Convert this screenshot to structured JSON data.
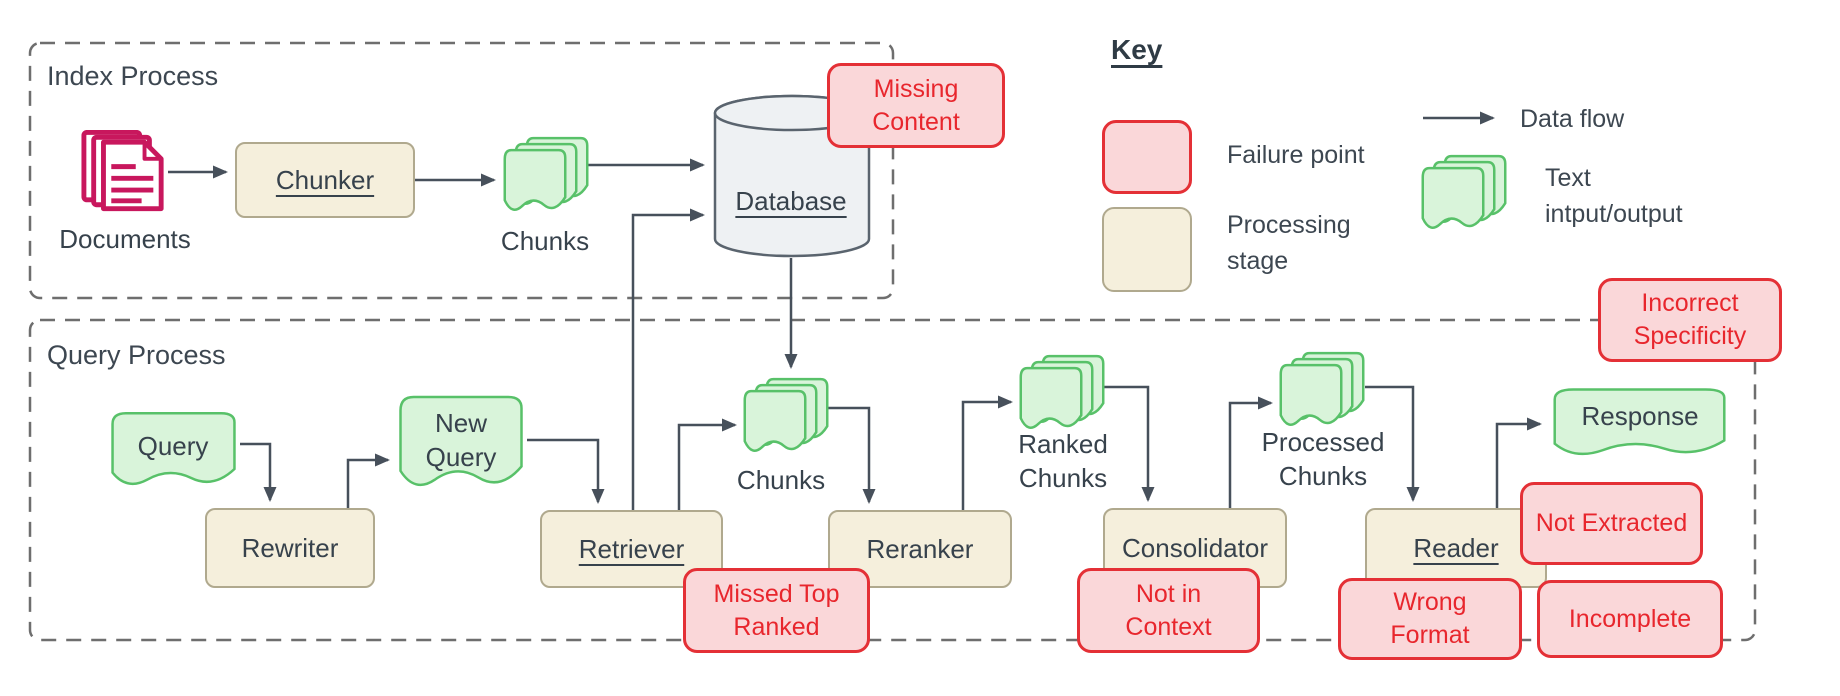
{
  "processes": {
    "index": "Index Process",
    "query": "Query Process"
  },
  "nodes": {
    "documents": "Documents",
    "chunker": "Chunker",
    "index_chunks": "Chunks",
    "database": "Database",
    "query": "Query",
    "rewriter": "Rewriter",
    "new_query": "New Query",
    "retriever": "Retriever",
    "query_chunks": "Chunks",
    "reranker": "Reranker",
    "ranked_chunks": "Ranked Chunks",
    "consolidator": "Consolidator",
    "processed_chunks": "Processed Chunks",
    "reader": "Reader",
    "response": "Response"
  },
  "failure_points": {
    "missing_content": "Missing Content",
    "incorrect_specificity": "Incorrect Specificity",
    "missed_top_ranked": "Missed Top Ranked",
    "not_in_context": "Not in Context",
    "not_extracted": "Not Extracted",
    "wrong_format": "Wrong Format",
    "incomplete": "Incomplete"
  },
  "key": {
    "title": "Key",
    "failure_point": "Failure point",
    "data_flow": "Data flow",
    "processing_stage": "Processing stage",
    "text_io": "Text intput/output"
  },
  "colors": {
    "failure_fill": "#fad7d9",
    "failure_border": "#e43036",
    "failure_text": "#e8262d",
    "stage_fill": "#f5efdc",
    "stage_border": "#b0a98e",
    "doc_fill": "#d9f4da",
    "doc_border": "#58c169",
    "documents_icon": "#c8175d",
    "database_fill": "#eef1f3",
    "database_border": "#5a646e",
    "line": "#47505b",
    "dashed_border": "#6e6e6e",
    "text": "#37424c"
  }
}
